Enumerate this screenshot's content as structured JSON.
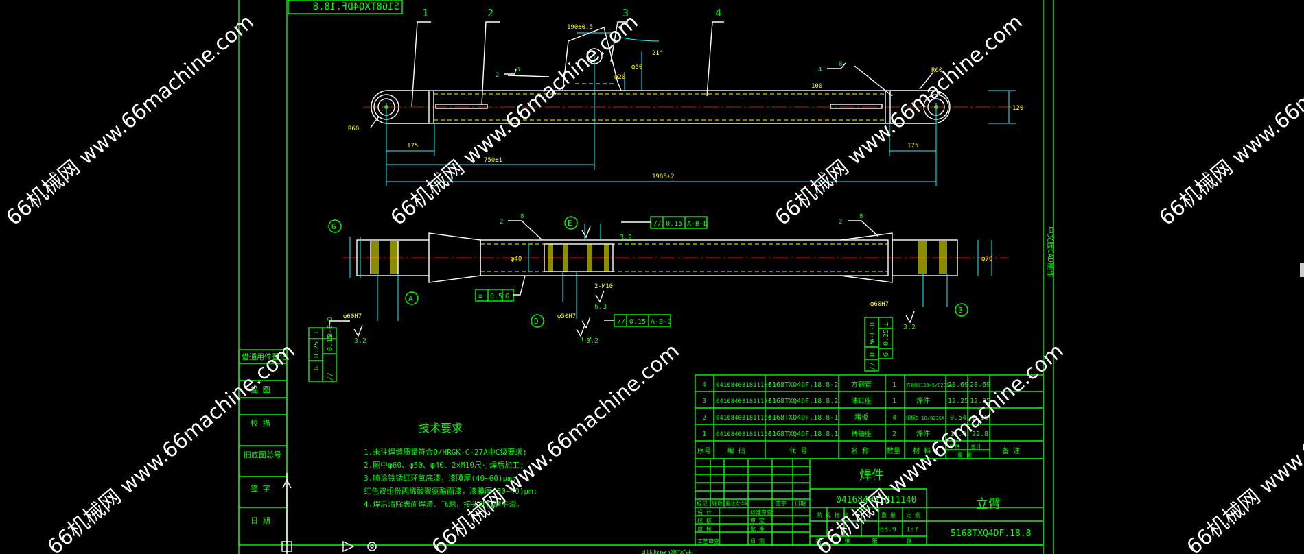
{
  "drawing": {
    "mirrored_title": "5168TXQ4DF.18.8",
    "side_label": "中文版CAD制作",
    "bottom_label": "中文版CAD制作",
    "balloons": [
      "1",
      "2",
      "3",
      "4"
    ],
    "datums": [
      "G",
      "E",
      "A",
      "D",
      "B"
    ],
    "weld_notes": [
      "2",
      "8",
      "4",
      "8",
      "2",
      "8",
      "2",
      "8"
    ],
    "roughness": [
      "3.2",
      "3.2",
      "3.2",
      "3.2",
      "3.2",
      "6.3"
    ],
    "dims_top": [
      "190±0.5",
      "21°",
      "R60",
      "R60",
      "175",
      "175",
      "750±1",
      "1985±2",
      "φ50",
      "φ20",
      "120",
      "100"
    ],
    "dims_bottom": [
      "φ60H7",
      "φ50H7",
      "φ60H7",
      "2-M10",
      "φ40",
      "φ70"
    ]
  },
  "tolerances": [
    {
      "sym": "//",
      "value": "0.15",
      "datum": "A-B-D"
    },
    {
      "sym": "≡",
      "value": "0.5",
      "datum": "G"
    },
    {
      "sym": "//",
      "value": "0.15",
      "datum": "A-B-C"
    },
    {
      "sym": "⊥",
      "value": "0.25",
      "datum": "G"
    },
    {
      "sym": "//",
      "value": "0.15",
      "datum": "B-C-D"
    },
    {
      "sym": "⊥",
      "value": "0.25",
      "datum": "G"
    },
    {
      "sym": "//",
      "value": "0.15",
      "datum": "A-C-D"
    }
  ],
  "left_stamp": [
    "借通用件登记",
    "描 图",
    "校 描",
    "旧底图总号",
    "签 字",
    "日 期"
  ],
  "tech": {
    "title": "技术要求",
    "lines": [
      "1.未注焊缝质量符合Q/HRGK-C-27A中C级要求;",
      "2.图中φ60、φ50、φ40、2×M10尺寸焊后加工;",
      "3.喷涂铁锈红环氧底漆，漆膜厚(40~60)μm;",
      "  红色双组份丙烯酸聚氨酯面漆，漆膜厚(30~40)μm;",
      "4.焊后清除表面焊渣、飞溅，接头处打磨平滑。"
    ]
  },
  "bom": {
    "rows": [
      {
        "seq": "4",
        "code": "041684031811180",
        "part": "5168TXQ4DF.18.8-2",
        "name": "方钢管",
        "qty": "1",
        "mat": "方钢管120×5/Q235A",
        "unit": "28.69",
        "total": "28.69"
      },
      {
        "seq": "3",
        "code": "041684031811170",
        "part": "5168TXQ4DF.18.8.2",
        "name": "油缸座",
        "qty": "1",
        "mat": "焊件",
        "unit": "12.25",
        "total": "12.25"
      },
      {
        "seq": "2",
        "code": "041684031811160",
        "part": "5168TXQ4DF.18.8-1",
        "name": "堵板",
        "qty": "4",
        "mat": "钢板B-18/Q235A",
        "unit": "0.54",
        "total": "2.16"
      },
      {
        "seq": "1",
        "code": "041684031811150",
        "part": "5168TXQ4DF.18.8.1",
        "name": "转轴座",
        "qty": "2",
        "mat": "焊件",
        "unit": "11.4",
        "total": "22.8"
      }
    ],
    "header": [
      "序号",
      "编 码",
      "代 号",
      "名 称",
      "数量",
      "材 料",
      "单件",
      "总计",
      "备 注"
    ],
    "weight_label": "重 量"
  },
  "title_block": {
    "type_label": "焊件",
    "code": "041684031811140",
    "part_name": "立臂",
    "drawing_no": "5168TXQ4DF.18.8",
    "weight": "65.9",
    "scale": "1:7",
    "grid_labels": [
      "标记",
      "处数",
      "更改文件号",
      "签字",
      "日期"
    ],
    "role_labels": [
      "设 计",
      "校 核",
      "审 核",
      "工艺审查"
    ],
    "role_labels2": [
      "标准审查",
      "审 定",
      "批 准",
      "日 期"
    ],
    "stage_labels": [
      "阶 段 标 记",
      "重 量",
      "比 例"
    ],
    "sheet_labels": [
      "共",
      "张",
      "第",
      "张"
    ]
  },
  "watermark": "66机械网 www.66machine.com"
}
